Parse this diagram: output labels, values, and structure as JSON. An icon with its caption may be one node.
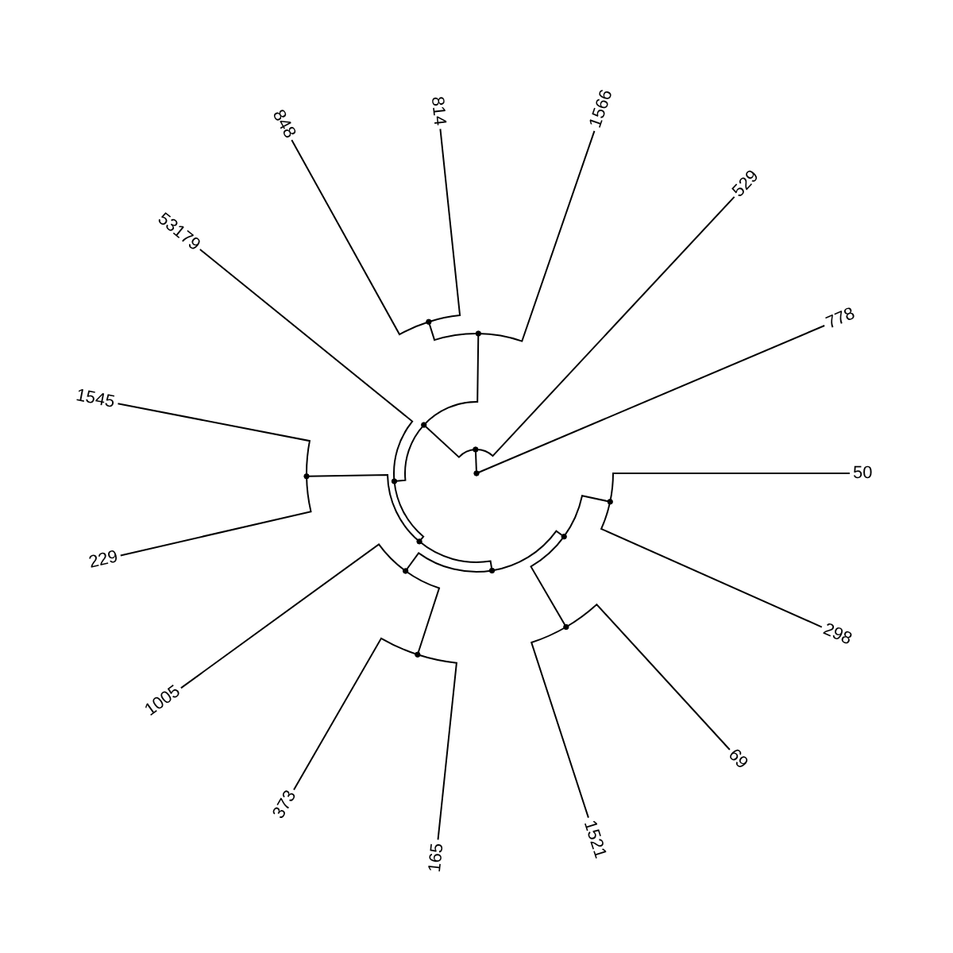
{
  "diagram": {
    "nodes": [
      {
        "text": [
          "50"
        ]
      },
      {
        "text": [
          "778"
        ]
      },
      {
        "text": [
          "529"
        ]
      },
      {
        "text": [
          "1566"
        ]
      },
      {
        "text": [
          "814"
        ]
      },
      {
        "text": [
          "848"
        ]
      },
      {
        "text": [
          "53179"
        ]
      },
      {
        "text": [
          "1545"
        ]
      },
      {
        "text": [
          "229"
        ]
      },
      {
        "text": [
          "1005"
        ]
      },
      {
        "text": [
          "373"
        ]
      },
      {
        "text": [
          "165"
        ]
      },
      {
        "text": [
          "1521"
        ]
      },
      {
        "text": [
          "69"
        ]
      },
      {
        "text": [
          "298"
        ]
      },
      {
        "text": [],
        "shape": "point"
      },
      {
        "text": [],
        "shape": "point"
      },
      {
        "text": [],
        "shape": "point"
      },
      {
        "text": [],
        "shape": "point"
      },
      {
        "text": [],
        "shape": "point"
      },
      {
        "text": [],
        "shape": "point"
      },
      {
        "text": [],
        "shape": "point"
      },
      {
        "text": [],
        "shape": "point"
      },
      {
        "text": [],
        "shape": "point"
      },
      {
        "text": [],
        "shape": "point"
      },
      {
        "text": [],
        "shape": "point"
      },
      {
        "text": [],
        "shape": "point"
      },
      {
        "text": [],
        "shape": "point"
      },
      {
        "text": [],
        "shape": "point"
      }
    ],
    "edges": [
      {
        "from": 15,
        "to": 1,
        "arrow": "none"
      },
      {
        "from": 15,
        "to": 16,
        "arrow": "none"
      },
      {
        "from": 16,
        "to": 2,
        "arrow": "none"
      },
      {
        "from": 16,
        "to": 17,
        "arrow": "none"
      },
      {
        "from": 17,
        "to": 18,
        "arrow": "none"
      },
      {
        "from": 17,
        "to": 20,
        "arrow": "none"
      },
      {
        "from": 18,
        "to": 19,
        "arrow": "none"
      },
      {
        "from": 18,
        "to": 3,
        "arrow": "none"
      },
      {
        "from": 19,
        "to": 4,
        "arrow": "none"
      },
      {
        "from": 19,
        "to": 5,
        "arrow": "none"
      },
      {
        "from": 20,
        "to": 6,
        "arrow": "none"
      },
      {
        "from": 20,
        "to": 21,
        "arrow": "none"
      },
      {
        "from": 21,
        "to": 22,
        "arrow": "none"
      },
      {
        "from": 21,
        "to": 23,
        "arrow": "none"
      },
      {
        "from": 22,
        "to": 7,
        "arrow": "none"
      },
      {
        "from": 22,
        "to": 8,
        "arrow": "none"
      },
      {
        "from": 23,
        "to": 24,
        "arrow": "none"
      },
      {
        "from": 23,
        "to": 26,
        "arrow": "none"
      },
      {
        "from": 24,
        "to": 9,
        "arrow": "none"
      },
      {
        "from": 24,
        "to": 25,
        "arrow": "none"
      },
      {
        "from": 25,
        "to": 10,
        "arrow": "none"
      },
      {
        "from": 25,
        "to": 11,
        "arrow": "none"
      },
      {
        "from": 26,
        "to": 27,
        "arrow": "none"
      },
      {
        "from": 26,
        "to": 28,
        "arrow": "none"
      },
      {
        "from": 27,
        "to": 12,
        "arrow": "none"
      },
      {
        "from": 27,
        "to": 13,
        "arrow": "none"
      },
      {
        "from": 28,
        "to": 0,
        "arrow": "none"
      },
      {
        "from": 28,
        "to": 14,
        "arrow": "none"
      }
    ]
  }
}
